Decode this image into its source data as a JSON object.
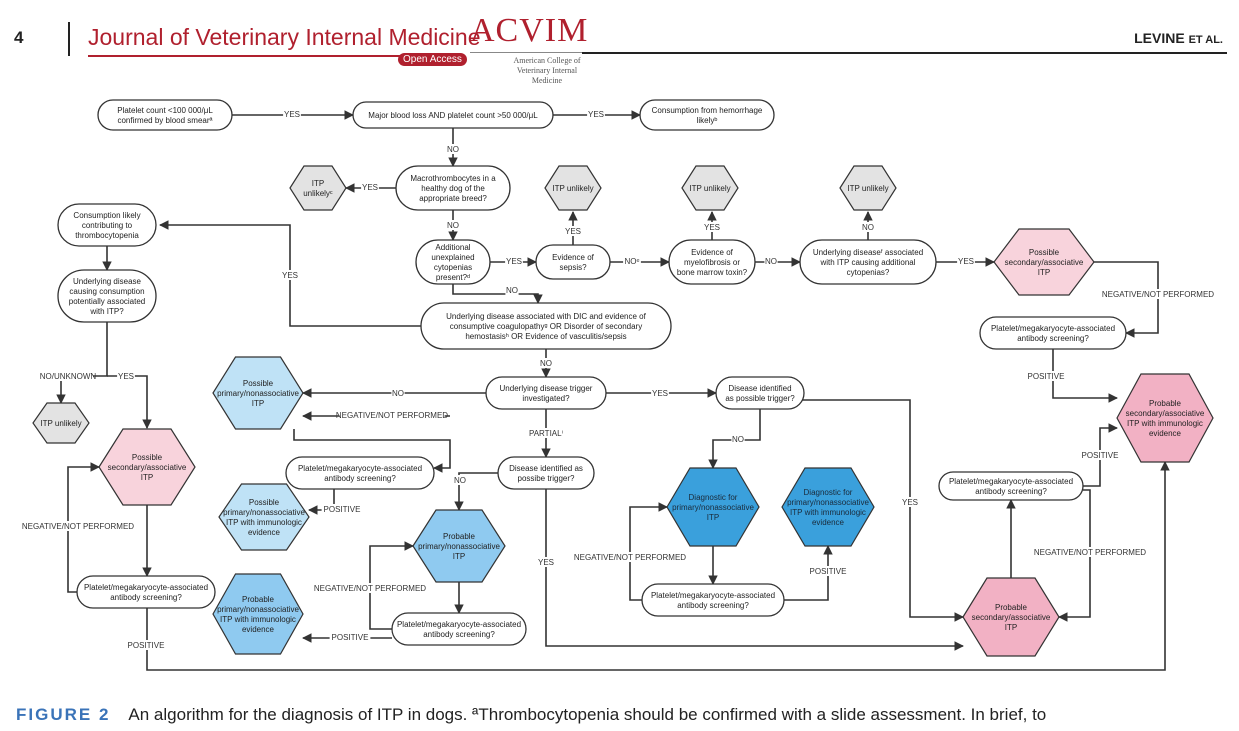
{
  "header": {
    "page_number": "4",
    "journal_title": "Journal of Veterinary Internal Medicine",
    "open_access": "Open Access",
    "logo_text": "ACVIM",
    "logo_subtitle": "American College of Veterinary Internal Medicine",
    "author_main": "LEVINE",
    "author_suffix": "ET AL."
  },
  "nodes": {
    "n1": "Platelet count <100 000/μL confirmed by blood smearª",
    "n2": "Major blood loss AND platelet count >50 000/μL",
    "n3": "Consumption from hemorrhage likelyᵇ",
    "n4": "Macrothrombocytes in a healthy dog of the appropriate breed?",
    "n5": "ITP unlikelyᶜ",
    "n6": "ITP unlikely",
    "n7": "ITP unlikely",
    "n8": "ITP unlikely",
    "n9": "Additional unexplained cytopenias present?ᵈ",
    "n10": "Evidence of sepsis?",
    "n11": "Evidence of myelofibrosis or bone marrow toxin?",
    "n12": "Underlying diseaseᶠ associated with ITP causing additional cytopenias?",
    "n13": "Possible secondary/associative ITP",
    "n14": "Consumption likely contributing to thrombocytopenia",
    "n15": "Underlying disease causing consumption potentially associated with ITP?",
    "n16": "Underlying disease associated with DIC and evidence of consumptive coagulopathyᵍ OR Disorder of secondary hemostasisʰ OR Evidence of vasculitis/sepsis",
    "n17": "Platelet/megakaryocyte-associated antibody screening?",
    "n18": "Probable secondary/associative ITP with immunologic evidence",
    "n19": "ITP unlikely",
    "n20": "Possible primary/nonassociative ITP",
    "n21": "Underlying disease trigger investigated?",
    "n22": "Disease identified as possible trigger?",
    "n23": "Possible secondary/associative ITP",
    "n24": "Platelet/megakaryocyte-associated antibody screening?",
    "n25": "Disease identified as possibe trigger?",
    "n26": "Possible primary/nonassociative ITP with immunologic evidence",
    "n27": "Diagnostic for primary/nonassociative ITP",
    "n28": "Diagnostic for primary/nonassociative ITP with immunologic evidence",
    "n29": "Platelet/megakaryocyte-associated antibody screening?",
    "n30": "Probable primary/nonassociative ITP",
    "n31": "Platelet/megakaryocyte-associated antibody screening?",
    "n32": "Platelet/megakaryocyte-associated antibody screening?",
    "n33": "Probable primary/nonassociative ITP with immunologic evidence",
    "n34": "Platelet/megakaryocyte-associated antibody screening?",
    "n35": "Probable secondary/associative ITP"
  },
  "edge_labels": {
    "yes1": "YES",
    "yes2": "YES",
    "no1": "NO",
    "yes3": "YES",
    "no2": "NO",
    "yes4": "YES",
    "yes5": "YES",
    "yes6": "YES",
    "no3": "NO",
    "yes7": "YES",
    "no4": "NOᵉ",
    "no5": "NO",
    "yes8": "YES",
    "no6": "NO",
    "neg1": "NEGATIVE/NOT PERFORMED",
    "yes9": "YES",
    "pos1": "POSITIVE",
    "nounk": "NO/UNKNOWN",
    "yes10": "YES",
    "no7": "NO",
    "no8": "NO",
    "yes11": "YES",
    "neg2": "NEGATIVE/NOT PERFORMED",
    "partial": "PARTIALⁱ",
    "no9": "NO",
    "pos2": "POSITIVE",
    "neg3": "NEGATIVE/NOT PERFORMED",
    "no10": "NO",
    "yes12": "YES",
    "neg4": "NEGATIVE/NOT PERFORMED",
    "neg5": "NEGATIVE/NOT PERFORMED",
    "pos3": "POSITIVE",
    "pos4": "POSITIVE",
    "yes13": "YES",
    "pos5": "POSITIVE",
    "neg6": "NEGATIVE/NOT PERFORMED",
    "pos6": "POSITIVE",
    "pos7": "POSITIVE"
  },
  "colors": {
    "gray_fill": "#e3e3e3",
    "pink_light": "#f8d3dc",
    "pink_mid": "#f2b1c4",
    "blue_light": "#bfe2f6",
    "blue_mid": "#8fcaf0",
    "blue_dark": "#3aa0dc",
    "brand_red": "#b0202e",
    "caption_blue": "#3a73b8"
  },
  "caption": {
    "figure_label": "FIGURE 2",
    "text": "An algorithm for the diagnosis of ITP in dogs. ªThrombocytopenia should be confirmed with a slide assessment. In brief, to"
  }
}
